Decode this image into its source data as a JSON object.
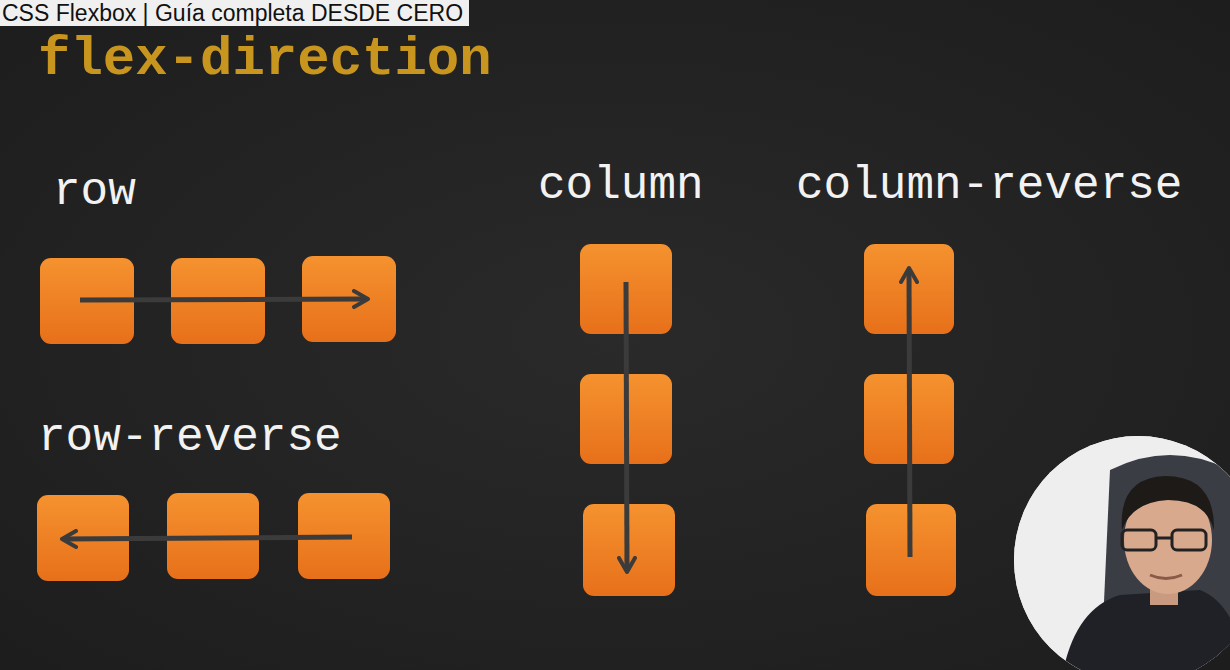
{
  "diagram": {
    "title": "flex-direction",
    "labels": [
      "CSS Flexbox | Guía completa DESDE CERO",
      "row",
      "row-reverse",
      "column",
      "column-reverse"
    ]
  }
}
